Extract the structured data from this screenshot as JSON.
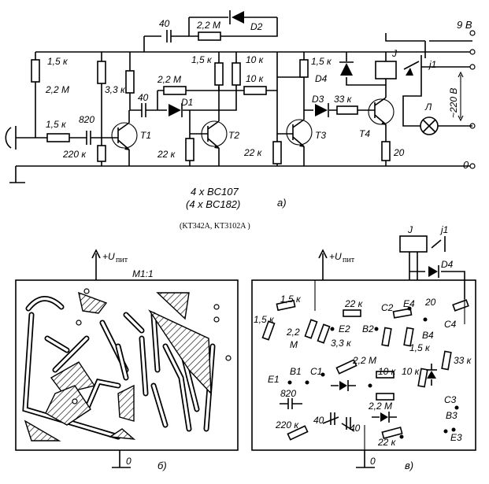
{
  "schematic": {
    "caption": "а)",
    "supply_plus": "9 В",
    "supply_zero": "0",
    "mains": "~220 В",
    "transistor_spec_1": "4 x BC107",
    "transistor_spec_2": "(4 x BC182)",
    "transistor_spec_3": "(KT342A, KT3102A )",
    "components": {
      "r1": "1,5 к",
      "r2": "2,2 М",
      "r3": "1,5 к",
      "r4": "220 к",
      "r5": "3,3 к",
      "c1": "820",
      "c2": "40",
      "c3": "40",
      "r6": "2,2 М",
      "r7": "2,2 М",
      "r8": "1,5 к",
      "r9": "10 к",
      "r10": "10 к",
      "r11": "22 к",
      "r12": "22 к",
      "r13": "1,5 к",
      "r14": "33 к",
      "r15": "20",
      "t1": "T1",
      "t2": "T2",
      "t3": "T3",
      "t4": "T4",
      "d1": "D1",
      "d2": "D2",
      "d3": "D3",
      "d4": "D4",
      "relay": "J",
      "contact": "j1",
      "lamp": "Л"
    }
  },
  "pcb_a": {
    "caption": "б)",
    "supply": "+U",
    "supply_sub": "пит",
    "scale": "М1:1",
    "zero": "0"
  },
  "pcb_b": {
    "caption": "в)",
    "supply": "+U",
    "supply_sub": "пит",
    "zero": "0",
    "labels": {
      "r1": "1,5 к",
      "r2": "1,5 к",
      "r3": "2,2",
      "r3b": "М",
      "r4": "3,3 к",
      "r5": "22 к",
      "c2": "C2",
      "e2": "E2",
      "b2": "B2",
      "e4": "E4",
      "r6": "20",
      "c4": "C4",
      "b4": "B4",
      "r7": "1,5 к",
      "r8": "33 к",
      "e1": "E1",
      "b1": "B1",
      "c1": "C1",
      "r9": "2,2 М",
      "r10": "10 к",
      "r11": "10 к",
      "c820": "820",
      "r12": "2,2 М",
      "c3": "C3",
      "b3": "B3",
      "r13": "220 к",
      "c40a": "40",
      "c40b": "40",
      "r14": "22 к",
      "e3": "E3",
      "relay": "J",
      "contact": "j1",
      "d4": "D4"
    }
  }
}
